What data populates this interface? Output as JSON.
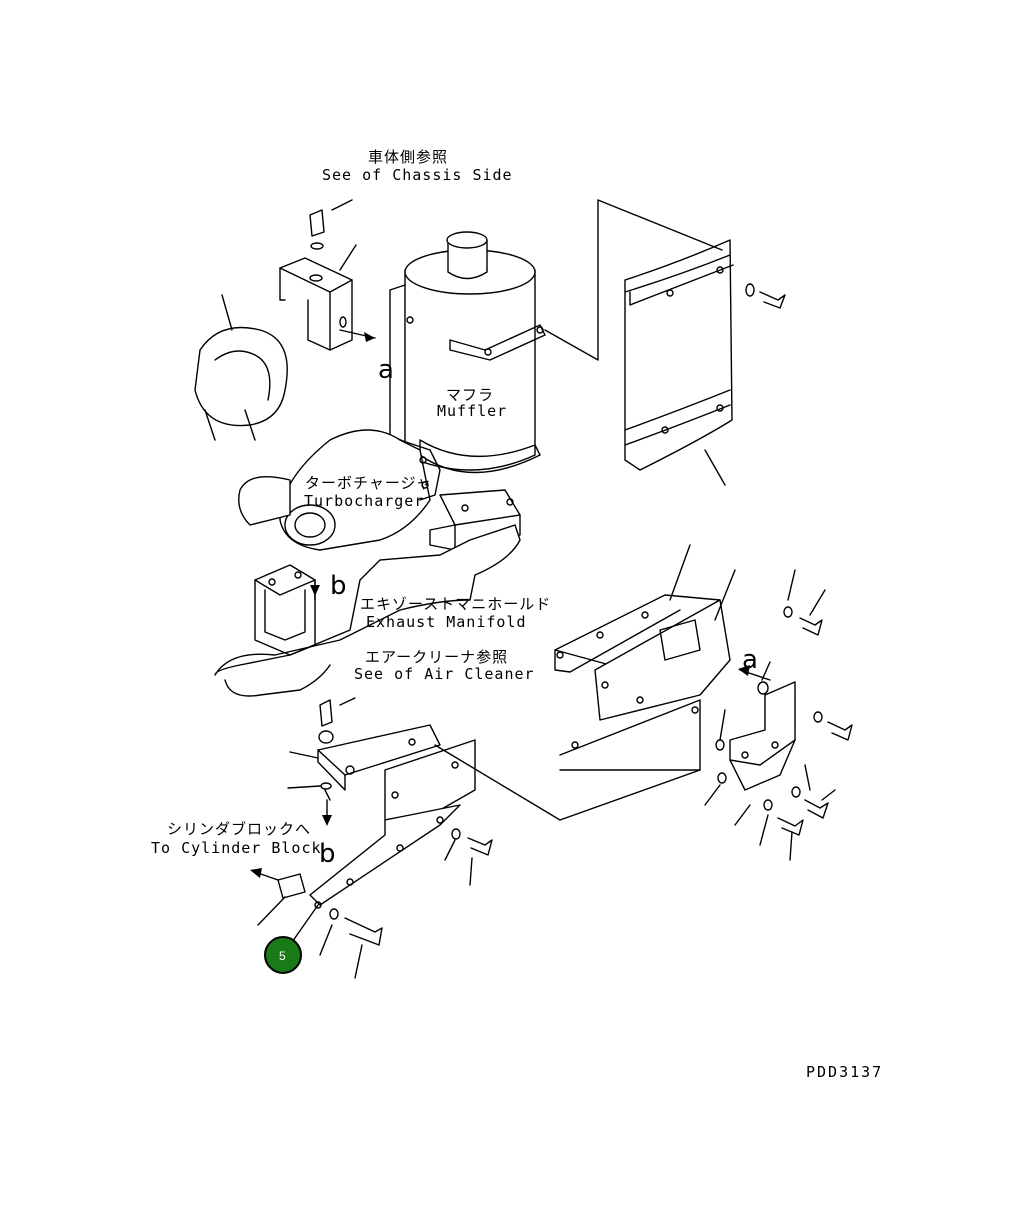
{
  "labels": {
    "chassis_jp": "車体側参照",
    "chassis_en": "See of Chassis Side",
    "muffler_jp": "マフラ",
    "muffler_en": "Muffler",
    "turbo_jp": "ターボチャージャ",
    "turbo_en": "Turbocharger",
    "manifold_jp": "エキゾーストマニホールド",
    "manifold_en": "Exhaust Manifold",
    "aircleaner_jp": "エアークリーナ参照",
    "aircleaner_en": "See of Air Cleaner",
    "cylinder_jp": "シリンダブロックへ",
    "cylinder_en": "To Cylinder Block",
    "view_a1": "a",
    "view_a2": "a",
    "view_b1": "b",
    "view_b2": "b",
    "drawing_code": "PDD3137"
  },
  "callout": {
    "number": "5",
    "color": "#1a7a1a"
  }
}
